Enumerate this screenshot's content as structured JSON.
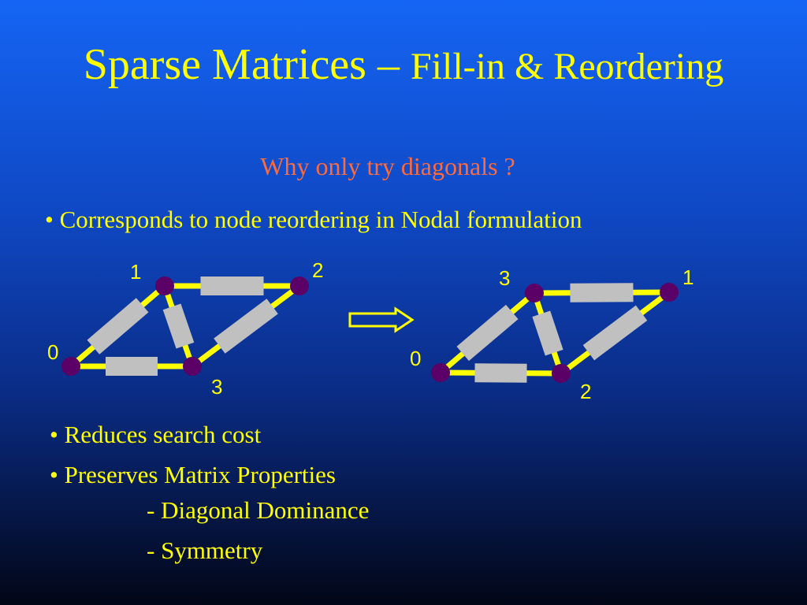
{
  "title": {
    "main": "Sparse Matrices – ",
    "sub": "Fill-in & Reordering"
  },
  "question": "Why only try diagonals ?",
  "bullets": {
    "b1": "• Corresponds to node reordering in Nodal formulation",
    "b2": "• Reduces search cost",
    "b3": "• Preserves Matrix Properties",
    "sub1": "- Diagonal Dominance",
    "sub2": "- Symmetry"
  },
  "left_graph": {
    "labels": [
      "0",
      "1",
      "2",
      "3"
    ]
  },
  "right_graph": {
    "labels": [
      "0",
      "3",
      "1",
      "2"
    ]
  },
  "colors": {
    "background": "#1565f4",
    "text": "#ffff00",
    "question": "#ff6a3a",
    "wire": "#ffff00",
    "resistor": "#c0c0c0",
    "node": "#5a0066"
  }
}
